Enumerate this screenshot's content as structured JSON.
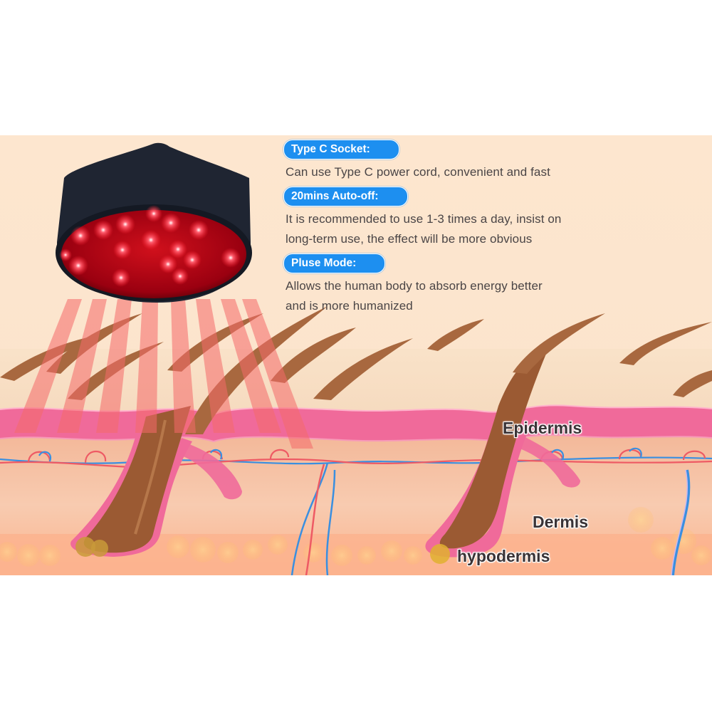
{
  "features": [
    {
      "title": "Type C Socket:",
      "description": "Can use Type C power cord, convenient and fast"
    },
    {
      "title": "20mins Auto-off:",
      "description_lines": [
        "It is recommended to use 1-3 times a day, insist on",
        "long-term use, the effect will be more obvious"
      ]
    },
    {
      "title": "Pluse Mode:",
      "description_lines": [
        "Allows the human body to absorb energy better",
        "and is more humanized"
      ]
    }
  ],
  "skin_layers": {
    "epidermis": "Epidermis",
    "dermis": "Dermis",
    "hypodermis": "hypodermis"
  },
  "colors": {
    "background": "#fde6cf",
    "pill_blue": "#1d8ff0",
    "text_dark": "#4a4546",
    "epidermis_pink": "#f06a9a",
    "dermis_peach": "#f9c8a8",
    "hypodermis_orange": "#fbb38e",
    "cap_navy": "#1f2532",
    "led_red": "#e0001a",
    "hair_brown": "#a8683f"
  }
}
